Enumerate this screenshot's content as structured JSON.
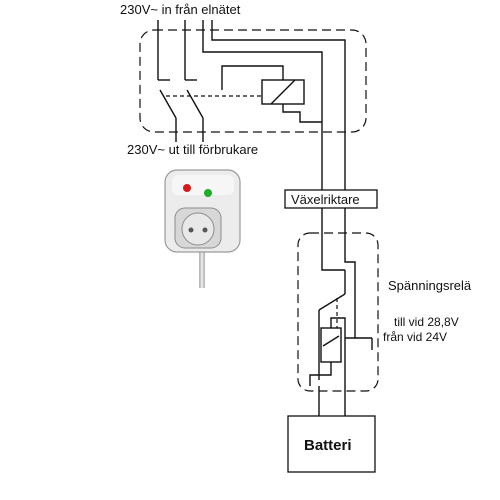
{
  "labels": {
    "mains_in": "230V~ in från elnätet",
    "mains_out": "230V~ ut till förbrukare",
    "inverter": "Växelriktare",
    "voltage_relay": "Spänningsrelä",
    "on_threshold": "till vid 28,8V",
    "off_threshold": "från vid 24V",
    "battery": "Batteri"
  },
  "colors": {
    "line": "#111111",
    "box_fill": "#ffffff",
    "led_red": "#d81818",
    "led_green": "#1fae2a",
    "plug_body": "#ececec"
  },
  "icons": {
    "product": "plug-in-socket-adapter-icon"
  }
}
